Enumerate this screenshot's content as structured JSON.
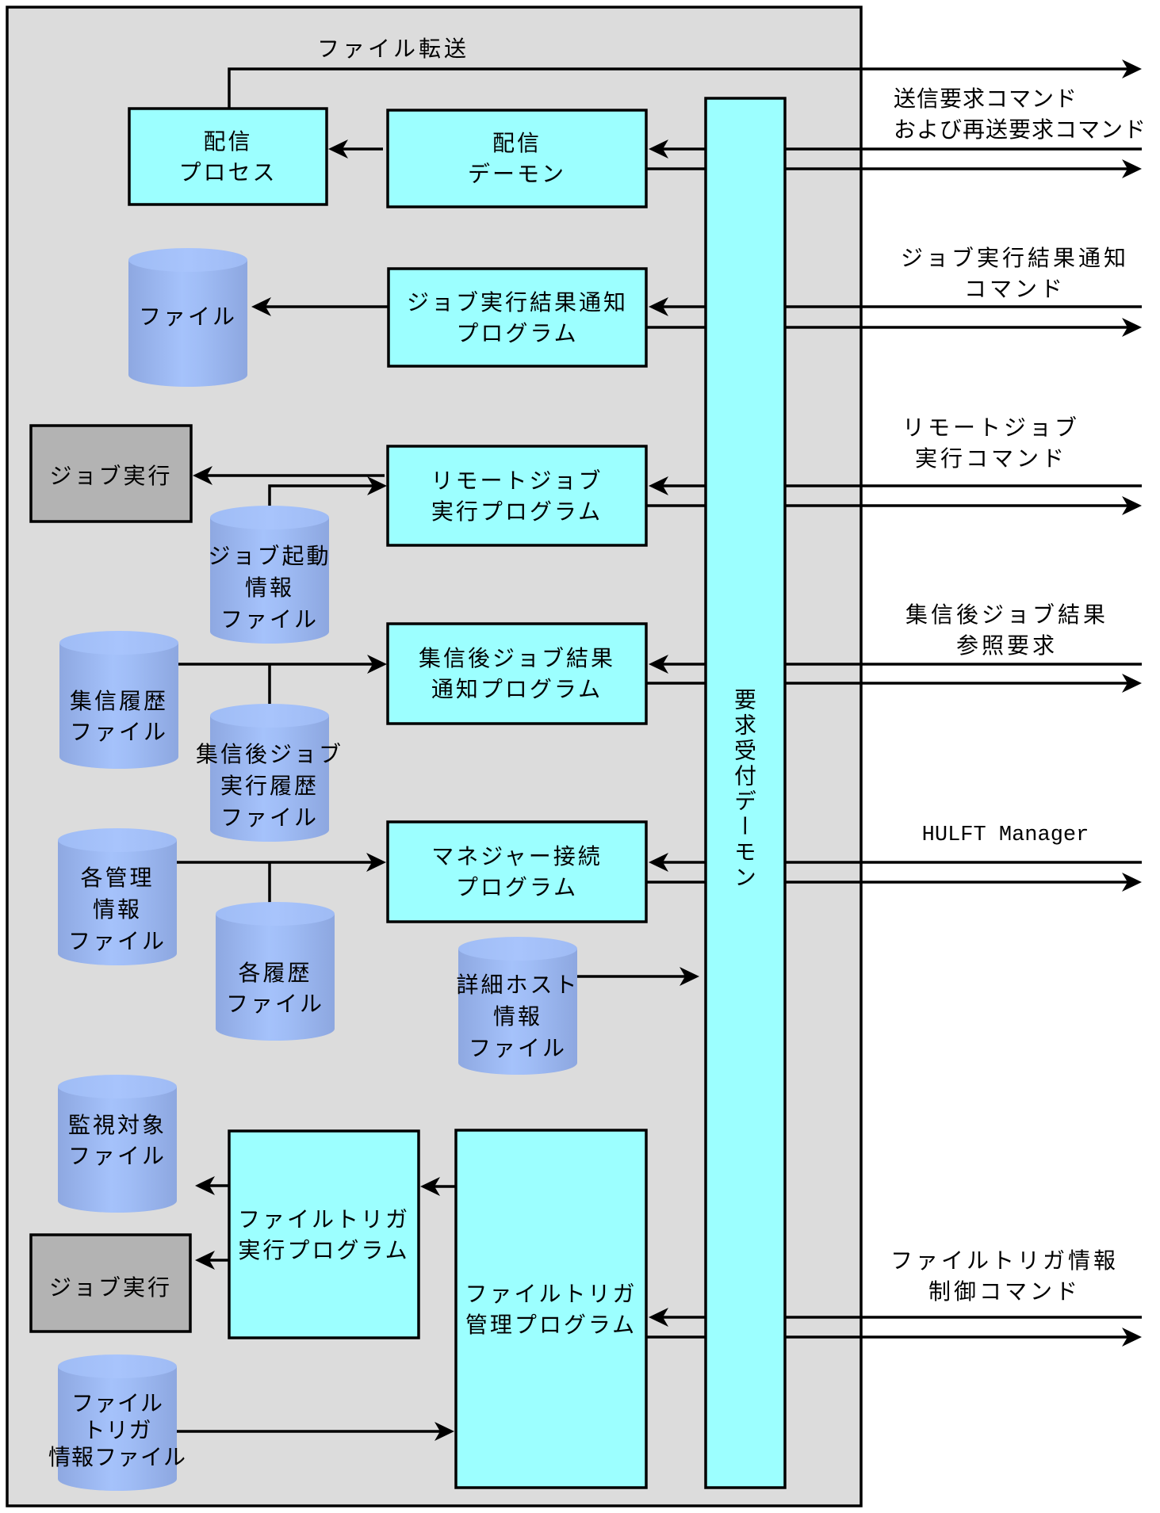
{
  "diagram": {
    "file_transfer_label": "ファイル転送",
    "request_daemon": "要求受付デーモン",
    "processes": {
      "delivery_process": "配信\nプロセス",
      "delivery_daemon": "配信\nデーモン",
      "job_result_notify": "ジョブ実行結果通知\nプログラム",
      "remote_job": "リモートジョブ\n実行プログラム",
      "post_receive_job_result": "集信後ジョブ結果\n通知プログラム",
      "manager_connect": "マネジャー接続\nプログラム",
      "file_trigger_exec": "ファイルトリガ\n実行プログラム",
      "file_trigger_manage": "ファイルトリガ\n管理プログラム"
    },
    "external": {
      "job_exec_1": "ジョブ実行",
      "job_exec_2": "ジョブ実行"
    },
    "files": {
      "file": "ファイル",
      "job_start_info": "ジョブ起動\n情報\nファイル",
      "receive_history": "集信履歴\nファイル",
      "post_receive_job_history": "集信後ジョブ\n実行履歴\nファイル",
      "management_info": "各管理\n情報\nファイル",
      "history": "各履歴\nファイル",
      "detail_host_info": "詳細ホスト\n情報\nファイル",
      "monitored": "監視対象\nファイル",
      "file_trigger_info": "ファイル\nトリガ\n情報ファイル"
    },
    "external_commands": [
      "送信要求コマンド\nおよび再送要求コマンド",
      "ジョブ実行結果通知\nコマンド",
      "リモートジョブ\n実行コマンド",
      "集信後ジョブ結果\n参照要求",
      "HULFT Manager",
      "ファイルトリガ情報\n制御コマンド"
    ]
  },
  "connections": [
    {
      "from": "delivery_process",
      "to": "external",
      "label": "ファイル転送"
    },
    {
      "from": "delivery_daemon",
      "to": "delivery_process"
    },
    {
      "from": "external",
      "to": "delivery_daemon"
    },
    {
      "from": "delivery_daemon",
      "to": "external"
    },
    {
      "from": "job_result_notify",
      "to": "file"
    },
    {
      "from": "external",
      "to": "job_result_notify"
    },
    {
      "from": "job_result_notify",
      "to": "external"
    },
    {
      "from": "remote_job",
      "to": "job_exec_1"
    },
    {
      "from": "job_start_info",
      "to": "remote_job"
    },
    {
      "from": "external",
      "to": "remote_job"
    },
    {
      "from": "remote_job",
      "to": "external"
    },
    {
      "from": "receive_history + post_receive_job_history",
      "to": "post_receive_job_result"
    },
    {
      "from": "external",
      "to": "post_receive_job_result"
    },
    {
      "from": "post_receive_job_result",
      "to": "external"
    },
    {
      "from": "management_info + history",
      "to": "manager_connect"
    },
    {
      "from": "external",
      "to": "manager_connect"
    },
    {
      "from": "manager_connect",
      "to": "external"
    },
    {
      "from": "detail_host_info",
      "to": "request_daemon"
    },
    {
      "from": "file_trigger_manage",
      "to": "file_trigger_exec"
    },
    {
      "from": "file_trigger_exec",
      "to": "monitored"
    },
    {
      "from": "file_trigger_exec",
      "to": "job_exec_2"
    },
    {
      "from": "file_trigger_info",
      "to": "file_trigger_manage"
    },
    {
      "from": "external",
      "to": "file_trigger_manage"
    },
    {
      "from": "file_trigger_manage",
      "to": "external"
    }
  ],
  "colors": {
    "process": "#9cffff",
    "file_dark": "#8ea8e1",
    "file_light": "#a5c2fb",
    "external_job": "#b3b3b3",
    "panel": "#dcdcdc",
    "line": "#000000"
  }
}
